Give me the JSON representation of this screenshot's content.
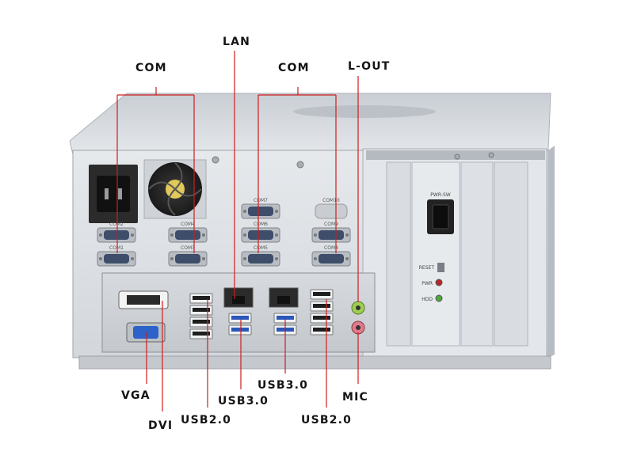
{
  "callouts": {
    "com_left": "COM",
    "lan": "LAN",
    "com_right": "COM",
    "l_out": "L-OUT",
    "vga": "VGA",
    "dvi": "DVI",
    "usb20_left": "USB2.0",
    "usb30_left": "USB3.0",
    "usb30_right": "USB3.0",
    "mic": "MIC",
    "usb20_right": "USB2.0"
  },
  "panel_labels": {
    "com1": "COM1",
    "com2": "COM2",
    "com3": "COM3",
    "com4": "COM4",
    "com5": "COM5",
    "com6": "COM6",
    "com7": "COM7",
    "com8": "COM8",
    "com9": "COM9",
    "com10": "COM10",
    "pwr_sw": "PWR-SW",
    "reset": "RESET",
    "pwr": "PWR",
    "hdd": "HDD"
  },
  "colors": {
    "callout_line": "#cc1e1e",
    "chassis": "#d9dde2",
    "vga_port": "#2d63c9",
    "usb3_port": "#2c56b8",
    "line_out_jack": "#9fcf52",
    "mic_jack": "#e07a8a",
    "hdd_led": "#4fa83a",
    "pwr_led": "#b8262a"
  }
}
